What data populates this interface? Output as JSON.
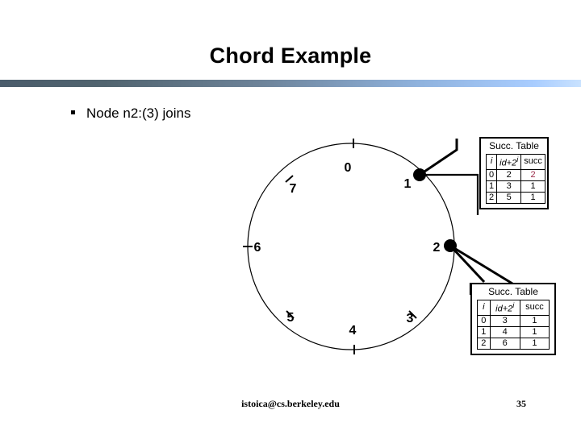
{
  "slide": {
    "title": "Chord Example",
    "bullet": "Node n2:(3) joins",
    "bullet_marker": "▪",
    "accent_dark": "#4a5c6b",
    "accent_light": "#a9cdff"
  },
  "ring": {
    "labels": [
      "0",
      "1",
      "2",
      "3",
      "4",
      "5",
      "6",
      "7"
    ],
    "nodes": [
      "1",
      "2"
    ]
  },
  "succ_tables": [
    {
      "title": "Succ. Table",
      "headers": [
        "i",
        "id+2",
        "succ"
      ],
      "header_sup": "i",
      "rows": [
        {
          "i": "0",
          "f": "2",
          "succ": "2",
          "succ_color": "#9c2d4a"
        },
        {
          "i": "1",
          "f": "3",
          "succ": "1",
          "succ_color": "#000000"
        },
        {
          "i": "2",
          "f": "5",
          "succ": "1",
          "succ_color": "#000000"
        }
      ]
    },
    {
      "title": "Succ. Table",
      "headers": [
        "i",
        "id+2",
        "succ"
      ],
      "header_sup": "i",
      "rows": [
        {
          "i": "0",
          "f": "3",
          "succ": "1",
          "succ_color": "#000000"
        },
        {
          "i": "1",
          "f": "4",
          "succ": "1",
          "succ_color": "#000000"
        },
        {
          "i": "2",
          "f": "6",
          "succ": "1",
          "succ_color": "#000000"
        }
      ]
    }
  ],
  "footer": {
    "email": "istoica@cs.berkeley.edu",
    "page_number": "35"
  }
}
